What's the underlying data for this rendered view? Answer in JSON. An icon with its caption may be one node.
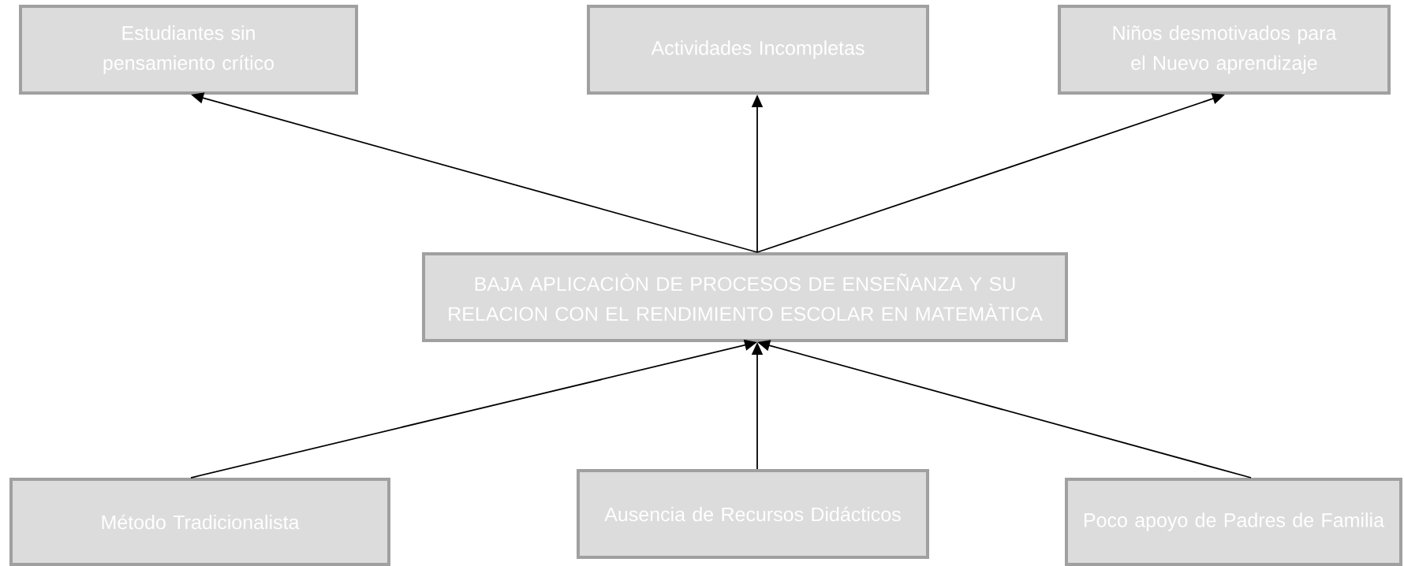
{
  "diagram": {
    "nodes": [
      {
        "text": [
          "Estudiantes sin pensamiento crítico"
        ]
      },
      {
        "text": [
          "Actividades Incompletas"
        ]
      },
      {
        "text": [
          "Niños desmotivados para el Nuevo aprendizaje"
        ]
      },
      {
        "text": [
          "BAJA APLICACIÒN DE PROCESOS DE ENSEÑANZA Y SU RELACION CON EL RENDIMIENTO ESCOLAR EN MATEMÀTICA"
        ]
      },
      {
        "text": [
          "Método Tradicionalista"
        ]
      },
      {
        "text": [
          "Ausencia de Recursos Didácticos"
        ]
      },
      {
        "text": [
          "Poco apoyo de Padres de Familia"
        ]
      }
    ],
    "edges": [
      {
        "from": 3,
        "to": 0,
        "arrow": "to"
      },
      {
        "from": 3,
        "to": 1,
        "arrow": "to"
      },
      {
        "from": 3,
        "to": 2,
        "arrow": "to"
      },
      {
        "from": 4,
        "to": 3,
        "arrow": "to"
      },
      {
        "from": 5,
        "to": 3,
        "arrow": "to"
      },
      {
        "from": 6,
        "to": 3,
        "arrow": "to"
      }
    ]
  }
}
